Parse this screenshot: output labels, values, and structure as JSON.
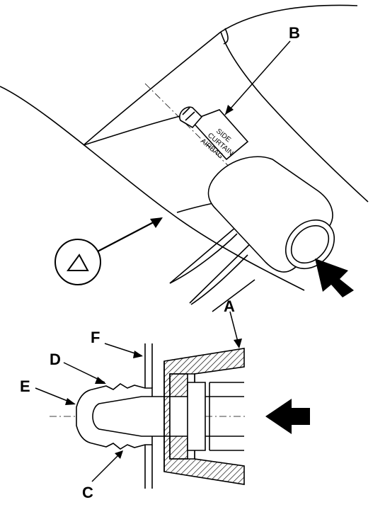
{
  "diagram": {
    "callouts": {
      "a": "A",
      "b": "B",
      "c": "C",
      "d": "D",
      "e": "E",
      "f": "F"
    },
    "connector_stamp": [
      "SIDE",
      "CURTAIN",
      "AIRBAG"
    ]
  },
  "colors": {
    "ink": "#000000",
    "paper": "#ffffff"
  }
}
